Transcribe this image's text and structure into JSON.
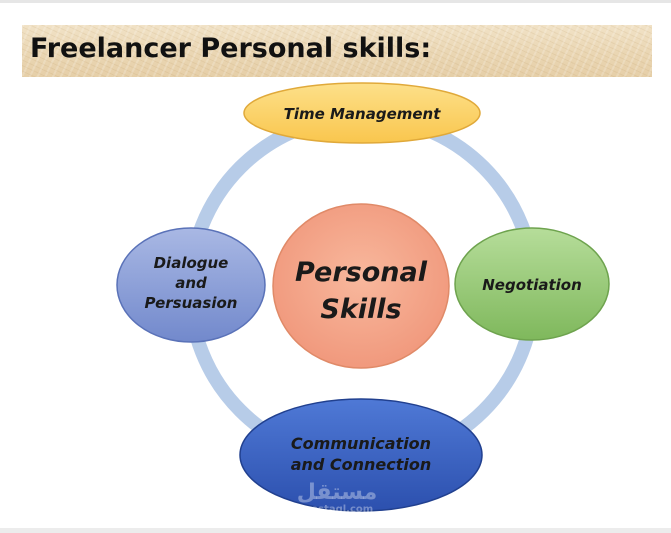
{
  "title": "Freelancer Personal skills:",
  "diagram": {
    "center": {
      "line1": "Personal",
      "line2": "Skills"
    },
    "top": {
      "label": "Time Management"
    },
    "left": {
      "line1": "Dialogue",
      "line2": "and",
      "line3": "Persuasion"
    },
    "right": {
      "label": "Negotiation"
    },
    "bottom": {
      "line1": "Communication",
      "line2": "and Connection"
    }
  },
  "watermark": {
    "main": "مستقل",
    "sub": "mostaql.com"
  },
  "colors": {
    "ring": "#b7cce8",
    "center_fill": "#f4a98c",
    "top_fill": "#fcd46a",
    "left_fill": "#8ea2d8",
    "right_fill": "#97c978",
    "bottom_fill": "#3a63c4",
    "banner": "#ead6b3"
  }
}
